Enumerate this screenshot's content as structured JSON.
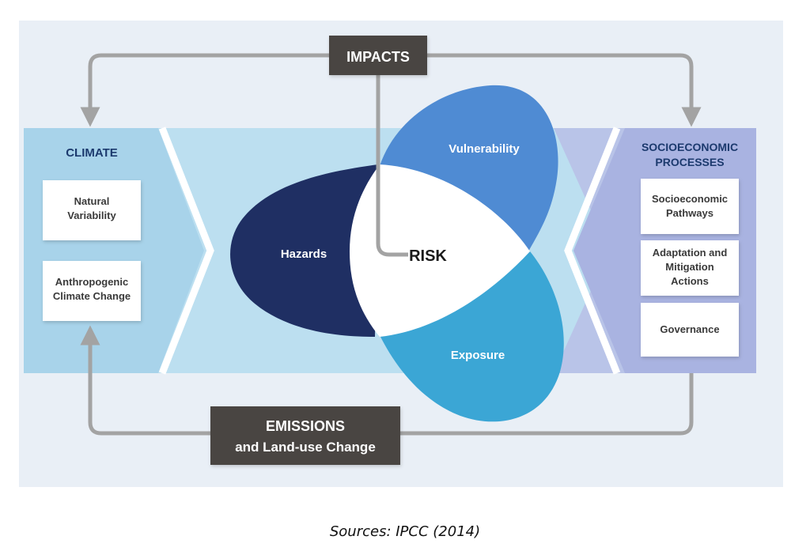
{
  "diagram": {
    "impacts": "IMPACTS",
    "emissions": {
      "line1": "EMISSIONS",
      "line2": "and Land-use Change"
    },
    "climate": {
      "title": "CLIMATE",
      "items": [
        [
          "Natural",
          "Variability"
        ],
        [
          "Anthropogenic",
          "Climate Change"
        ]
      ]
    },
    "socioeconomic": {
      "title": [
        "SOCIOECONOMIC",
        "PROCESSES"
      ],
      "items": [
        [
          "Socioeconomic",
          "Pathways"
        ],
        [
          "Adaptation and",
          "Mitigation",
          "Actions"
        ],
        [
          "Governance"
        ]
      ]
    },
    "center": {
      "risk": "RISK",
      "hazards": "Hazards",
      "vulnerability": "Vulnerability",
      "exposure": "Exposure"
    },
    "colors": {
      "background": "#e9eff6",
      "climate_panel": "#a8d3ea",
      "socio_panel": "#a9b3e1",
      "center_band": "#bcdff0",
      "hazards": "#1f2f63",
      "vulnerability": "#4f8bd3",
      "exposure": "#3ba6d5",
      "dark_box": "#4a4442",
      "arrow": "#a3a3a3",
      "title_blue": "#1c3a6e"
    }
  },
  "caption": "Sources: IPCC (2014)"
}
